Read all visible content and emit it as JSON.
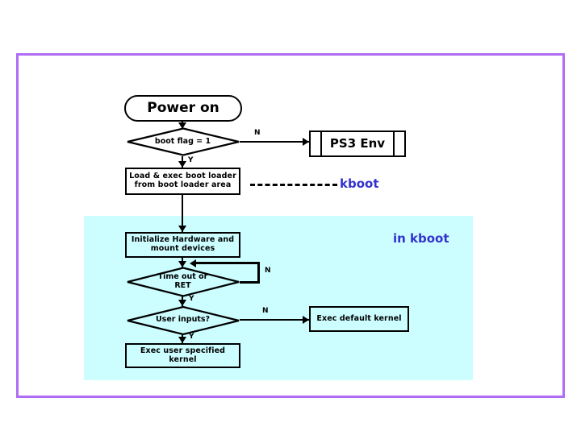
{
  "frame": {
    "border_color": "#b16cf5",
    "background": "#ffffff"
  },
  "kboot_region": {
    "name": "in kboot region",
    "fill_color": "#ccfdff",
    "label": "in kboot",
    "label_color": "#3333cc"
  },
  "separator": {
    "label": "kboot",
    "label_color": "#3333cc",
    "style": "dashed"
  },
  "nodes": {
    "power_on": {
      "label": "Power on",
      "shape": "terminator"
    },
    "boot_flag": {
      "label": "boot flag = 1",
      "shape": "decision"
    },
    "load_exec": {
      "label": "Load & exec boot loader\nfrom boot loader area",
      "line1": "Load & exec boot loader",
      "line2": "from boot loader area",
      "shape": "process"
    },
    "ps3_env": {
      "label": "PS3 Env",
      "shape": "predefined-process"
    },
    "init_hw": {
      "label": "Initialize Hardware and\nmount devices",
      "line1": "Initialize Hardware and",
      "line2": "mount devices",
      "shape": "process"
    },
    "timeout_ret": {
      "label": "Time out or\nRET",
      "line1": "Time out or",
      "line2": "RET",
      "shape": "decision"
    },
    "user_inputs": {
      "label": "User inputs?",
      "shape": "decision"
    },
    "exec_default": {
      "label": "Exec default kernel",
      "shape": "process"
    },
    "exec_user": {
      "label": "Exec user specified kernel",
      "shape": "process"
    }
  },
  "edge_labels": {
    "boot_flag_no": "N",
    "boot_flag_yes": "Y",
    "timeout_no": "N",
    "timeout_yes": "Y",
    "user_inputs_no": "N",
    "user_inputs_yes": "Y"
  }
}
